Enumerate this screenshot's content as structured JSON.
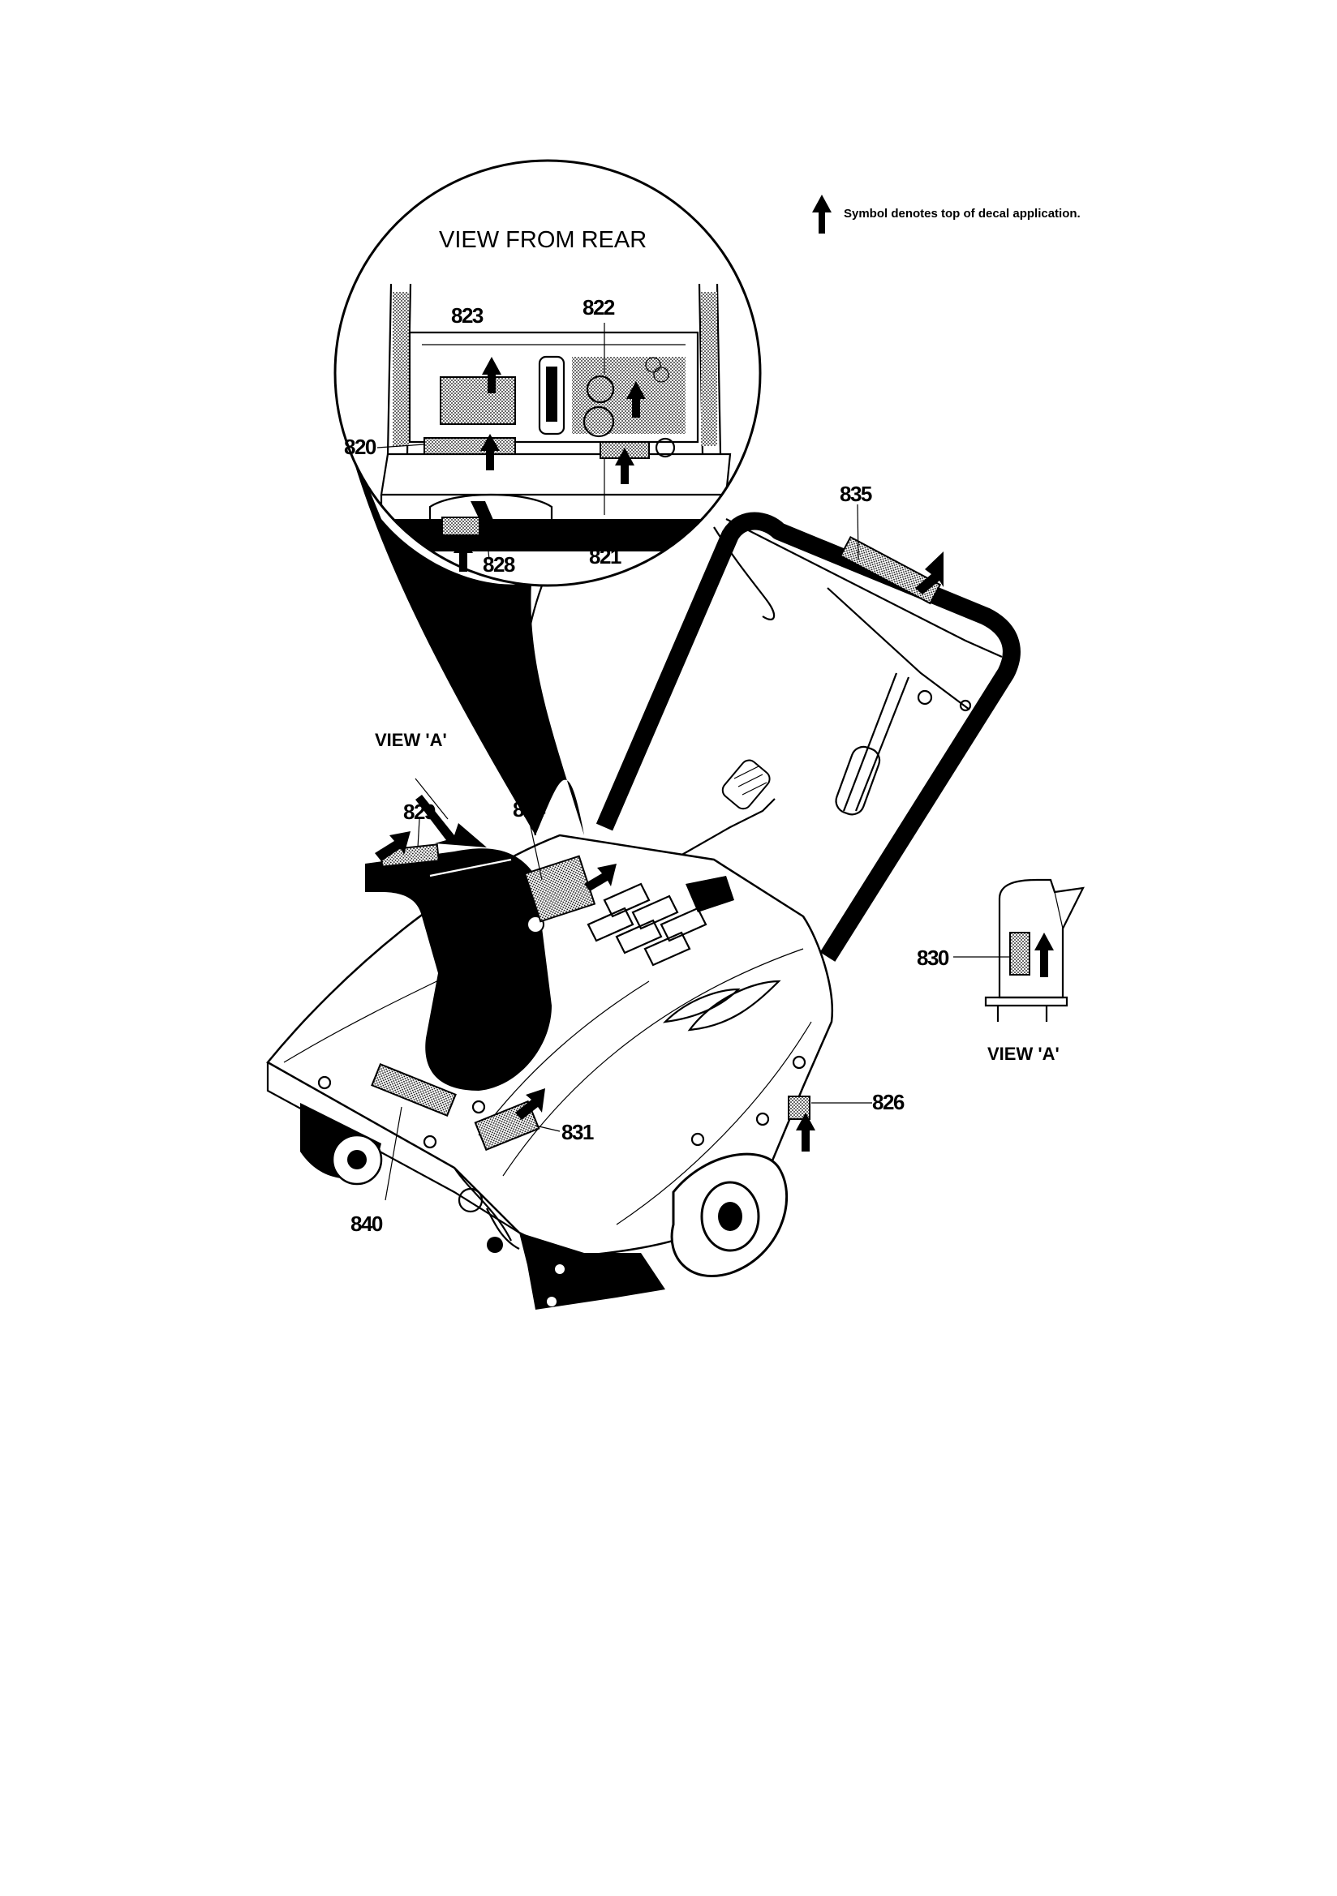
{
  "legend": {
    "text": "Symbol denotes top of decal application.",
    "icon": "up-arrow-icon"
  },
  "inset": {
    "title": "VIEW FROM REAR"
  },
  "views": {
    "view_a_pointer": "VIEW 'A'",
    "view_a_detail": "VIEW 'A'"
  },
  "part_labels": {
    "p820": "820",
    "p821": "821",
    "p822": "822",
    "p823": "823",
    "p824": "824",
    "p826": "826",
    "p828": "828",
    "p829": "829",
    "p830": "830",
    "p831": "831",
    "p835": "835",
    "p840": "840"
  },
  "colors": {
    "ink": "#000000",
    "paper": "#ffffff",
    "decal_fill": "#9a9a9a"
  }
}
